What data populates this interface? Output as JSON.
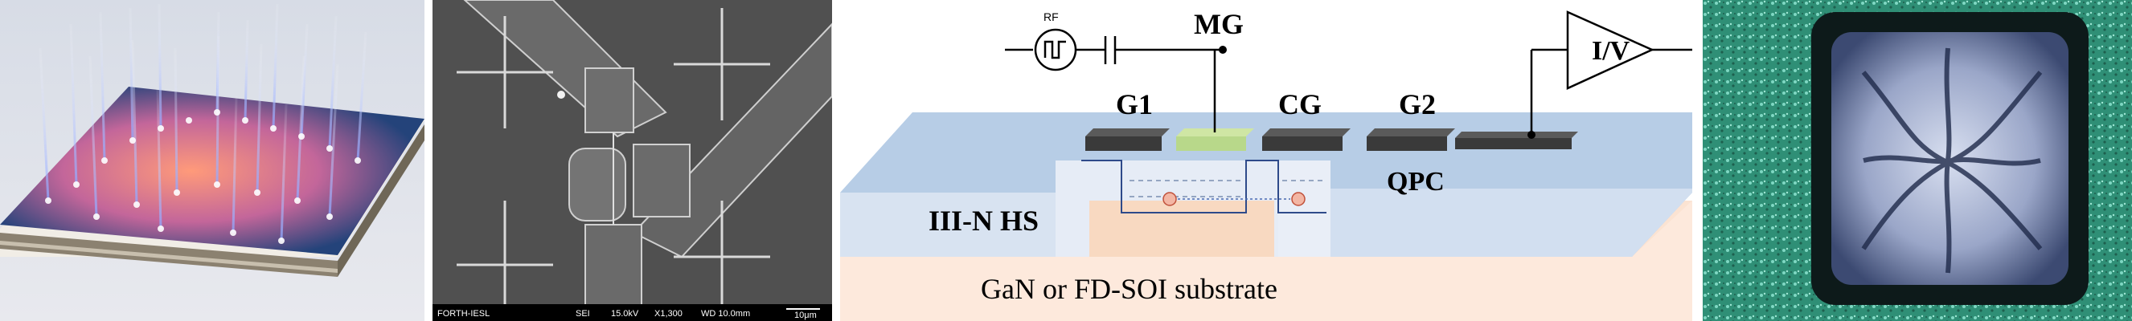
{
  "sem": {
    "lab": "FORTH-IESL",
    "detector": "SEI",
    "voltage": "15.0kV",
    "magnification": "X1,300",
    "working_distance": "WD 10.0mm",
    "scale": "10μm"
  },
  "device": {
    "rf_label": "RF",
    "mg_label": "MG",
    "g1_label": "G1",
    "cg_label": "CG",
    "g2_label": "G2",
    "iv_label": "I/V",
    "qpc_label": "QPC",
    "hs_label": "III-N HS",
    "substrate_label": "GaN or FD-SOI substrate"
  },
  "colors": {
    "top_surface": "#b7cde6",
    "substrate": "#fbe3d2",
    "gate_dark": "#3a3a3a",
    "gate_green": "#b8d88a",
    "micrograph_green": "#2f8f76"
  }
}
